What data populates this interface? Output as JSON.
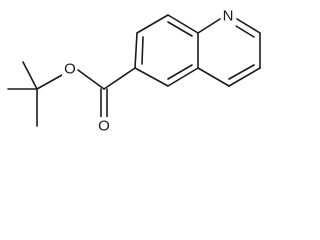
{
  "molecule": {
    "atoms": {
      "N1": "N",
      "O_ester": "O",
      "O_carbonyl": "O"
    },
    "colors": {
      "ink": "#1a1a1a",
      "background": "#ffffff"
    }
  }
}
